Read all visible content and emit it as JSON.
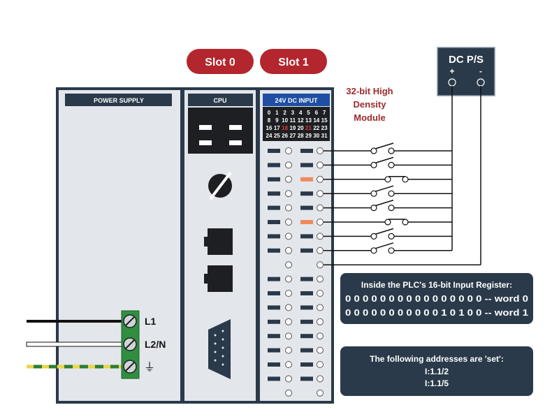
{
  "slots": [
    {
      "label": "Slot 0"
    },
    {
      "label": "Slot 1"
    }
  ],
  "power_supply": {
    "label": "POWER SUPPLY"
  },
  "cpu": {
    "label": "CPU"
  },
  "input_module": {
    "label": "24V DC INPUT",
    "caption": [
      "32-bit High",
      "Density",
      "Module"
    ],
    "numbers": [
      [
        "0",
        "1",
        "2",
        "3",
        "4",
        "5",
        "6",
        "7"
      ],
      [
        "8",
        "9",
        "10",
        "11",
        "12",
        "13",
        "14",
        "15"
      ],
      [
        "16",
        "17",
        "18",
        "19",
        "20",
        "21",
        "22",
        "23"
      ],
      [
        "24",
        "25",
        "26",
        "27",
        "28",
        "29",
        "30",
        "31"
      ]
    ],
    "highlighted_numbers": [
      "18",
      "21"
    ],
    "highlight_text_color": "#e53935",
    "active_led_color": "#f08a5d",
    "active_inputs": [
      2,
      5
    ]
  },
  "dc_supply": {
    "label": "DC P/S",
    "plus": "+",
    "minus": "-"
  },
  "terminals": [
    {
      "label": "L1"
    },
    {
      "label": "L2/N"
    },
    {
      "label": "⏚"
    }
  ],
  "register_box": {
    "title": "Inside the PLC's 16-bit Input Register:",
    "rows": [
      {
        "bits": "0 0 0 0 0 0 0 0 0 0 0 0 0 0 0 0",
        "suffix": "-- word 0"
      },
      {
        "bits": "0 0 0 0 0 0 0 0 0 0 0 1 0 1 0 0",
        "suffix": "-- word 1"
      }
    ]
  },
  "addresses_box": {
    "title": "The following addresses are 'set':",
    "items": [
      "I:1.1/2",
      "I:1.1/5"
    ]
  },
  "colors": {
    "chassis": "#e3e7ec",
    "frame": "#2b3a4a",
    "panel_dark": "#1d1f22",
    "slot_badge": "#b3262d",
    "module_header": "#1e4fa3",
    "terminal_green": "#2f8f3f",
    "caption_red": "#9e2a2b",
    "ground_yellow": "#e9d64a",
    "ground_green": "#2f7d32",
    "info_box": "#2b3a4a"
  }
}
